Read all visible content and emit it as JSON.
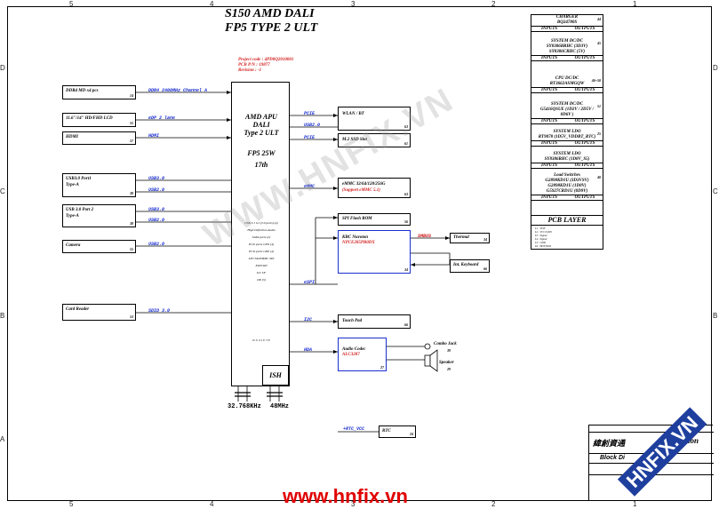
{
  "title": {
    "line1": "S150 AMD DALI",
    "line2": "FP5 TYPE 2 ULT"
  },
  "project": {
    "code": "Project code : 4PD0Q2010001",
    "pn": "PCB P/N     : 19877",
    "rev": "Revision    : -1"
  },
  "ruler": {
    "top": [
      "5",
      "4",
      "3",
      "2",
      "1"
    ],
    "side": [
      "D",
      "C",
      "B",
      "A"
    ]
  },
  "apu": {
    "l1": "AMD APU",
    "l2": "DALI",
    "l3": "Type 2 ULT",
    "l4": "FP5 25W",
    "l5": "17th",
    "features": [
      "USB 3.1 G1 (3.0 ports) (4)",
      "High Definition Audio",
      "SATA ports (2)",
      "PCIe ports GEN (4)",
      "PCIe ports GPP (4)",
      "LPC/SD/EMMC SPI",
      "ESPI SPI",
      "I2C I/F",
      "DP (3)"
    ],
    "ish": "ISH",
    "pins": "P. S. 0 I T. I N"
  },
  "left_blocks": [
    {
      "name": "DDR4 MD x4 pcs",
      "num": "14",
      "bus": "DDR4 2400MHz Channel A"
    },
    {
      "name": "11.6\"/14\" HD/FHD LCD",
      "num": "55",
      "bus": "eDP 2 lane"
    },
    {
      "name": "HDMI",
      "num": "57",
      "bus": "HDMI"
    },
    {
      "name": "USB3.0 Port1",
      "name2": "Type-A",
      "num": "38",
      "bus": "USB3.0",
      "bus2": "USB2.0"
    },
    {
      "name": "USB 3.0 Port 2",
      "name2": "Type-A",
      "num": "38",
      "bus": "USB3.0",
      "bus2": "USB2.0"
    },
    {
      "name": "Camera",
      "num": "55",
      "bus": "USB2.0"
    },
    {
      "name": "Card Reader",
      "num": "53",
      "bus": "SDIO 3.0"
    }
  ],
  "right_blocks": [
    {
      "name": "WLAN / BT",
      "num": "63",
      "bus": "PCIE",
      "bus2": "USB2.0"
    },
    {
      "name": "M.2 SSD Slot",
      "num": "61",
      "bus": "PCIE"
    },
    {
      "name": "eMMC 32/64/128/256G",
      "name2": "(Support eMMC 5.1)",
      "num": "63",
      "bus": "eMMC"
    },
    {
      "name": "SPI Flash ROM",
      "num": "56"
    },
    {
      "name": "KBC Nuvoton",
      "name2": "NPCE285PB0DX",
      "num": "34",
      "bus": "eSPI"
    },
    {
      "name": "Touch Pad",
      "num": "66",
      "bus": "I2C"
    },
    {
      "name": "Audio Codec",
      "name2": "ALC3287",
      "num": "27",
      "bus": "HDA"
    }
  ],
  "thermal": {
    "name": "Thermal",
    "num": "34",
    "bus": "SMBUS"
  },
  "keyboard": {
    "name": "Int. Keyboard",
    "num": "66"
  },
  "combo": {
    "name": "Combo Jack",
    "num": "39"
  },
  "speaker": {
    "name": "Speaker",
    "num": "29"
  },
  "rtc": {
    "name": "RTC",
    "num": "24",
    "bus": "+RTC_VCC"
  },
  "crystals": {
    "a": "32.768KHz",
    "b": "48MHz"
  },
  "power": [
    {
      "title": "CHARGER",
      "title2": "BQ24780S",
      "num": "44"
    },
    {
      "title": "SYSTEM DC/DC",
      "title2": "SY8386BRHC (3D3V)",
      "title3": "SY8386CRHC (5V)",
      "num": "45"
    },
    {
      "title": "CPU DC/DC",
      "title2": "RT3662ASMGQW",
      "num": "46~50"
    },
    {
      "title": "SYSTEM DC/DC",
      "title2": "G5416QSUE (1D2V / 2D5V /",
      "title3": "0D6V )",
      "num": "51"
    },
    {
      "title": "SYSTEM LDO",
      "title2": "RT9078 (1D5V_VDDBT_RTC)",
      "num": "25"
    },
    {
      "title": "SYSTEM LDO",
      "title2": "SY8386RHC (1D8V_S5)",
      "num": ""
    },
    {
      "title": "Load Switches",
      "title2": "G2898KD1U (3D3VSV)",
      "title3": "G2898KD1U (1D8V)",
      "title4": "G5927CRD1U (0D9V)",
      "num": "40"
    }
  ],
  "io": {
    "in": "INPUTS",
    "out": "OUTPUTS"
  },
  "pcb": {
    "title": "PCB LAYER",
    "layers": [
      "L1 : TOP",
      "L2 : VCC/GND",
      "L3 : Signal",
      "L4 : Signal",
      "L5 : GND",
      "L6 : BOTTOM"
    ]
  },
  "titlebox": {
    "brand": "緯創資通",
    "corp": "oration",
    "block": "Block Di"
  },
  "watermark": {
    "main": "WWW.HNFIX.VN",
    "corner": "HNFIX.VN",
    "bottom": "www.hnfix.vn"
  }
}
